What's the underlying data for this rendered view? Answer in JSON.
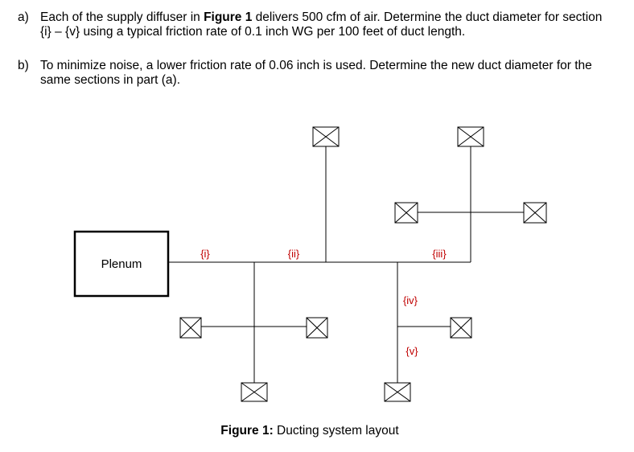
{
  "questions": [
    {
      "label": "a)",
      "text_pre": "Each of the supply diffuser in ",
      "text_bold": "Figure 1",
      "text_post": " delivers 500 cfm of air. Determine the duct diameter for section {i} – {v} using a typical friction rate of 0.1 inch WG per 100 feet of duct length."
    },
    {
      "label": "b)",
      "text_pre": "To minimize noise, a lower friction rate of 0.06 inch is used. Determine the new duct diameter for the same sections in part (a).",
      "text_bold": "",
      "text_post": ""
    }
  ],
  "diagram": {
    "plenum_label": "Plenum",
    "sections": [
      "{i}",
      "{ii}",
      "{iii}",
      "{iv}",
      "{v}"
    ],
    "caption_bold": "Figure 1:",
    "caption_text": " Ducting system layout"
  }
}
